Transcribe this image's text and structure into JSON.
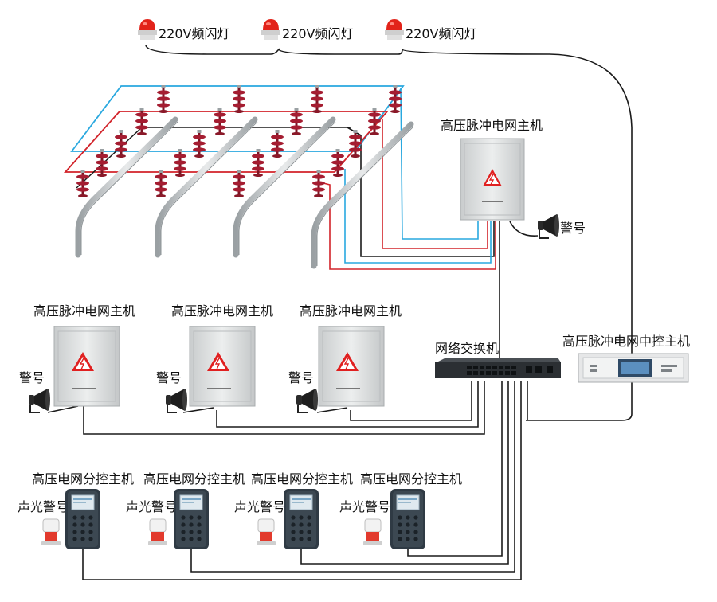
{
  "lamps": {
    "label": "220V频闪灯"
  },
  "top_host": {
    "label": "高压脉冲电网主机",
    "horn_label": "警号"
  },
  "hosts": [
    {
      "label": "高压脉冲电网主机",
      "horn_label": "警号"
    },
    {
      "label": "高压脉冲电网主机",
      "horn_label": "警号"
    },
    {
      "label": "高压脉冲电网主机",
      "horn_label": "警号"
    }
  ],
  "switch": {
    "label": "网络交换机"
  },
  "central": {
    "label": "高压脉冲电网中控主机"
  },
  "sub_controllers": [
    {
      "label": "高压电网分控主机",
      "alarm_label": "声光警号"
    },
    {
      "label": "高压电网分控主机",
      "alarm_label": "声光警号"
    },
    {
      "label": "高压电网分控主机",
      "alarm_label": "声光警号"
    },
    {
      "label": "高压电网分控主机",
      "alarm_label": "声光警号"
    }
  ],
  "colors": {
    "wire_black": "#1a1a1a",
    "wire_red": "#d2232a",
    "wire_blue": "#29a8df",
    "insulator": "#9c1b2e",
    "cabinet": "#d9dbdc",
    "warning": "#e02020"
  }
}
